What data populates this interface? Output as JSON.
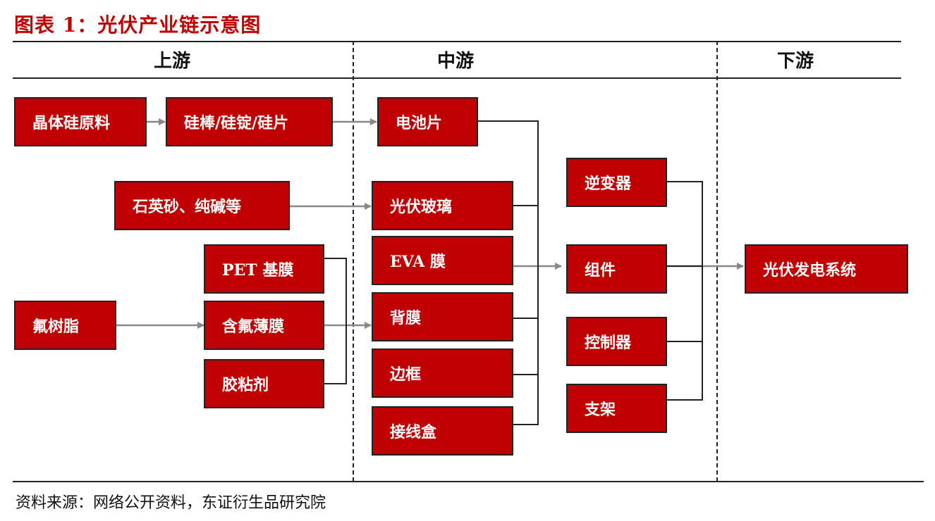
{
  "title": "图表 1：光伏产业链示意图",
  "columns": {
    "upstream": "上游",
    "midstream": "中游",
    "downstream": "下游"
  },
  "boxes": {
    "crystalline_silicon": "晶体硅原料",
    "silicon_rod_ingot_wafer": "硅棒/硅锭/硅片",
    "quartz_sand_soda_ash": "石英砂、纯碱等",
    "fluororesin": "氟树脂",
    "pet_film": "PET 基膜",
    "fluorine_film": "含氟薄膜",
    "adhesive": "胶粘剂",
    "solar_cell": "电池片",
    "pv_glass": "光伏玻璃",
    "eva_film": "EVA 膜",
    "backsheet": "背膜",
    "frame": "边框",
    "junction_box": "接线盒",
    "inverter": "逆变器",
    "module": "组件",
    "controller": "控制器",
    "bracket": "支架",
    "pv_system": "光伏发电系统"
  },
  "source": "资料来源：网络公开资料，东证衍生品研究院",
  "colors": {
    "box_fill": "#c00000",
    "title": "#c00000",
    "arrow": "#888888",
    "line": "#222222"
  }
}
